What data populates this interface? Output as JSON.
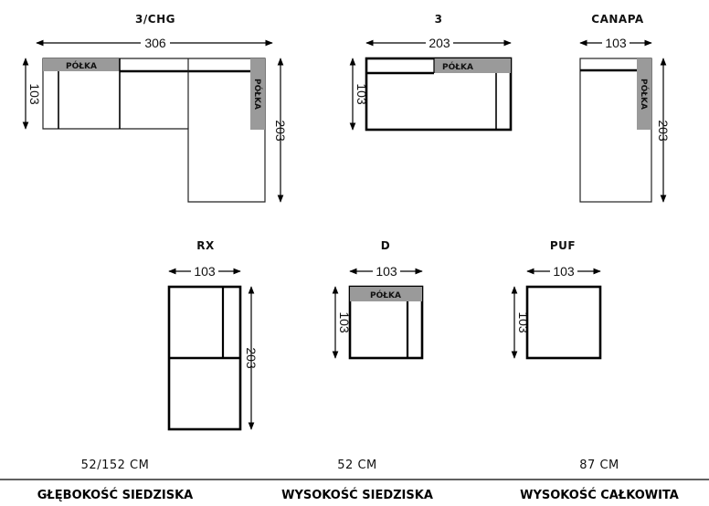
{
  "modules": {
    "m3chg": {
      "label": "3/CHG",
      "width": "306",
      "depth": "103",
      "length": "203",
      "shelf1": "PÓŁKA",
      "shelf2": "PÓŁKA"
    },
    "m3": {
      "label": "3",
      "width": "203",
      "depth": "103",
      "shelf": "PÓŁKA"
    },
    "canapa": {
      "label": "CANAPA",
      "width": "103",
      "length": "203",
      "shelf": "PÓŁKA"
    },
    "rx": {
      "label": "RX",
      "width": "103",
      "length": "203"
    },
    "d": {
      "label": "D",
      "width": "103",
      "depth": "103",
      "shelf": "PÓŁKA"
    },
    "puf": {
      "label": "PUF",
      "width": "103",
      "depth": "103"
    }
  },
  "specs": [
    {
      "value": "52/152 CM",
      "caption": "GŁĘBOKOŚĆ SIEDZISKA"
    },
    {
      "value": "52 CM",
      "caption": "WYSOKOŚĆ SIEDZISKA"
    },
    {
      "value": "87 CM",
      "caption": "WYSOKOŚĆ CAŁKOWITA"
    }
  ]
}
